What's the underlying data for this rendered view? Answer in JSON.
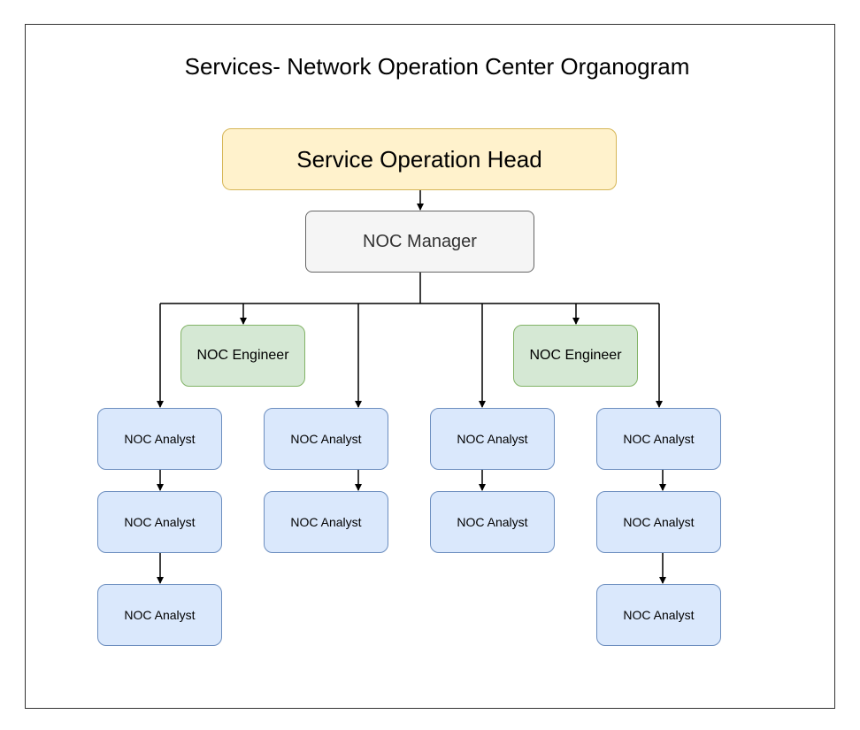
{
  "title": "Services- Network Operation Center Organogram",
  "colors": {
    "head_fill": "#fff2cc",
    "head_border": "#d6b656",
    "manager_fill": "#f5f5f5",
    "manager_border": "#666666",
    "engineer_fill": "#d5e8d4",
    "engineer_border": "#82b366",
    "analyst_fill": "#dae8fc",
    "analyst_border": "#6c8ebf",
    "line": "#000000"
  },
  "nodes": {
    "head": "Service Operation Head",
    "manager": "NOC Manager",
    "engineer_1": "NOC Engineer",
    "engineer_2": "NOC Engineer",
    "col1": [
      "NOC Analyst",
      "NOC Analyst",
      "NOC Analyst"
    ],
    "col2": [
      "NOC Analyst",
      "NOC Analyst"
    ],
    "col3": [
      "NOC Analyst",
      "NOC Analyst"
    ],
    "col4": [
      "NOC Analyst",
      "NOC Analyst",
      "NOC Analyst"
    ]
  }
}
